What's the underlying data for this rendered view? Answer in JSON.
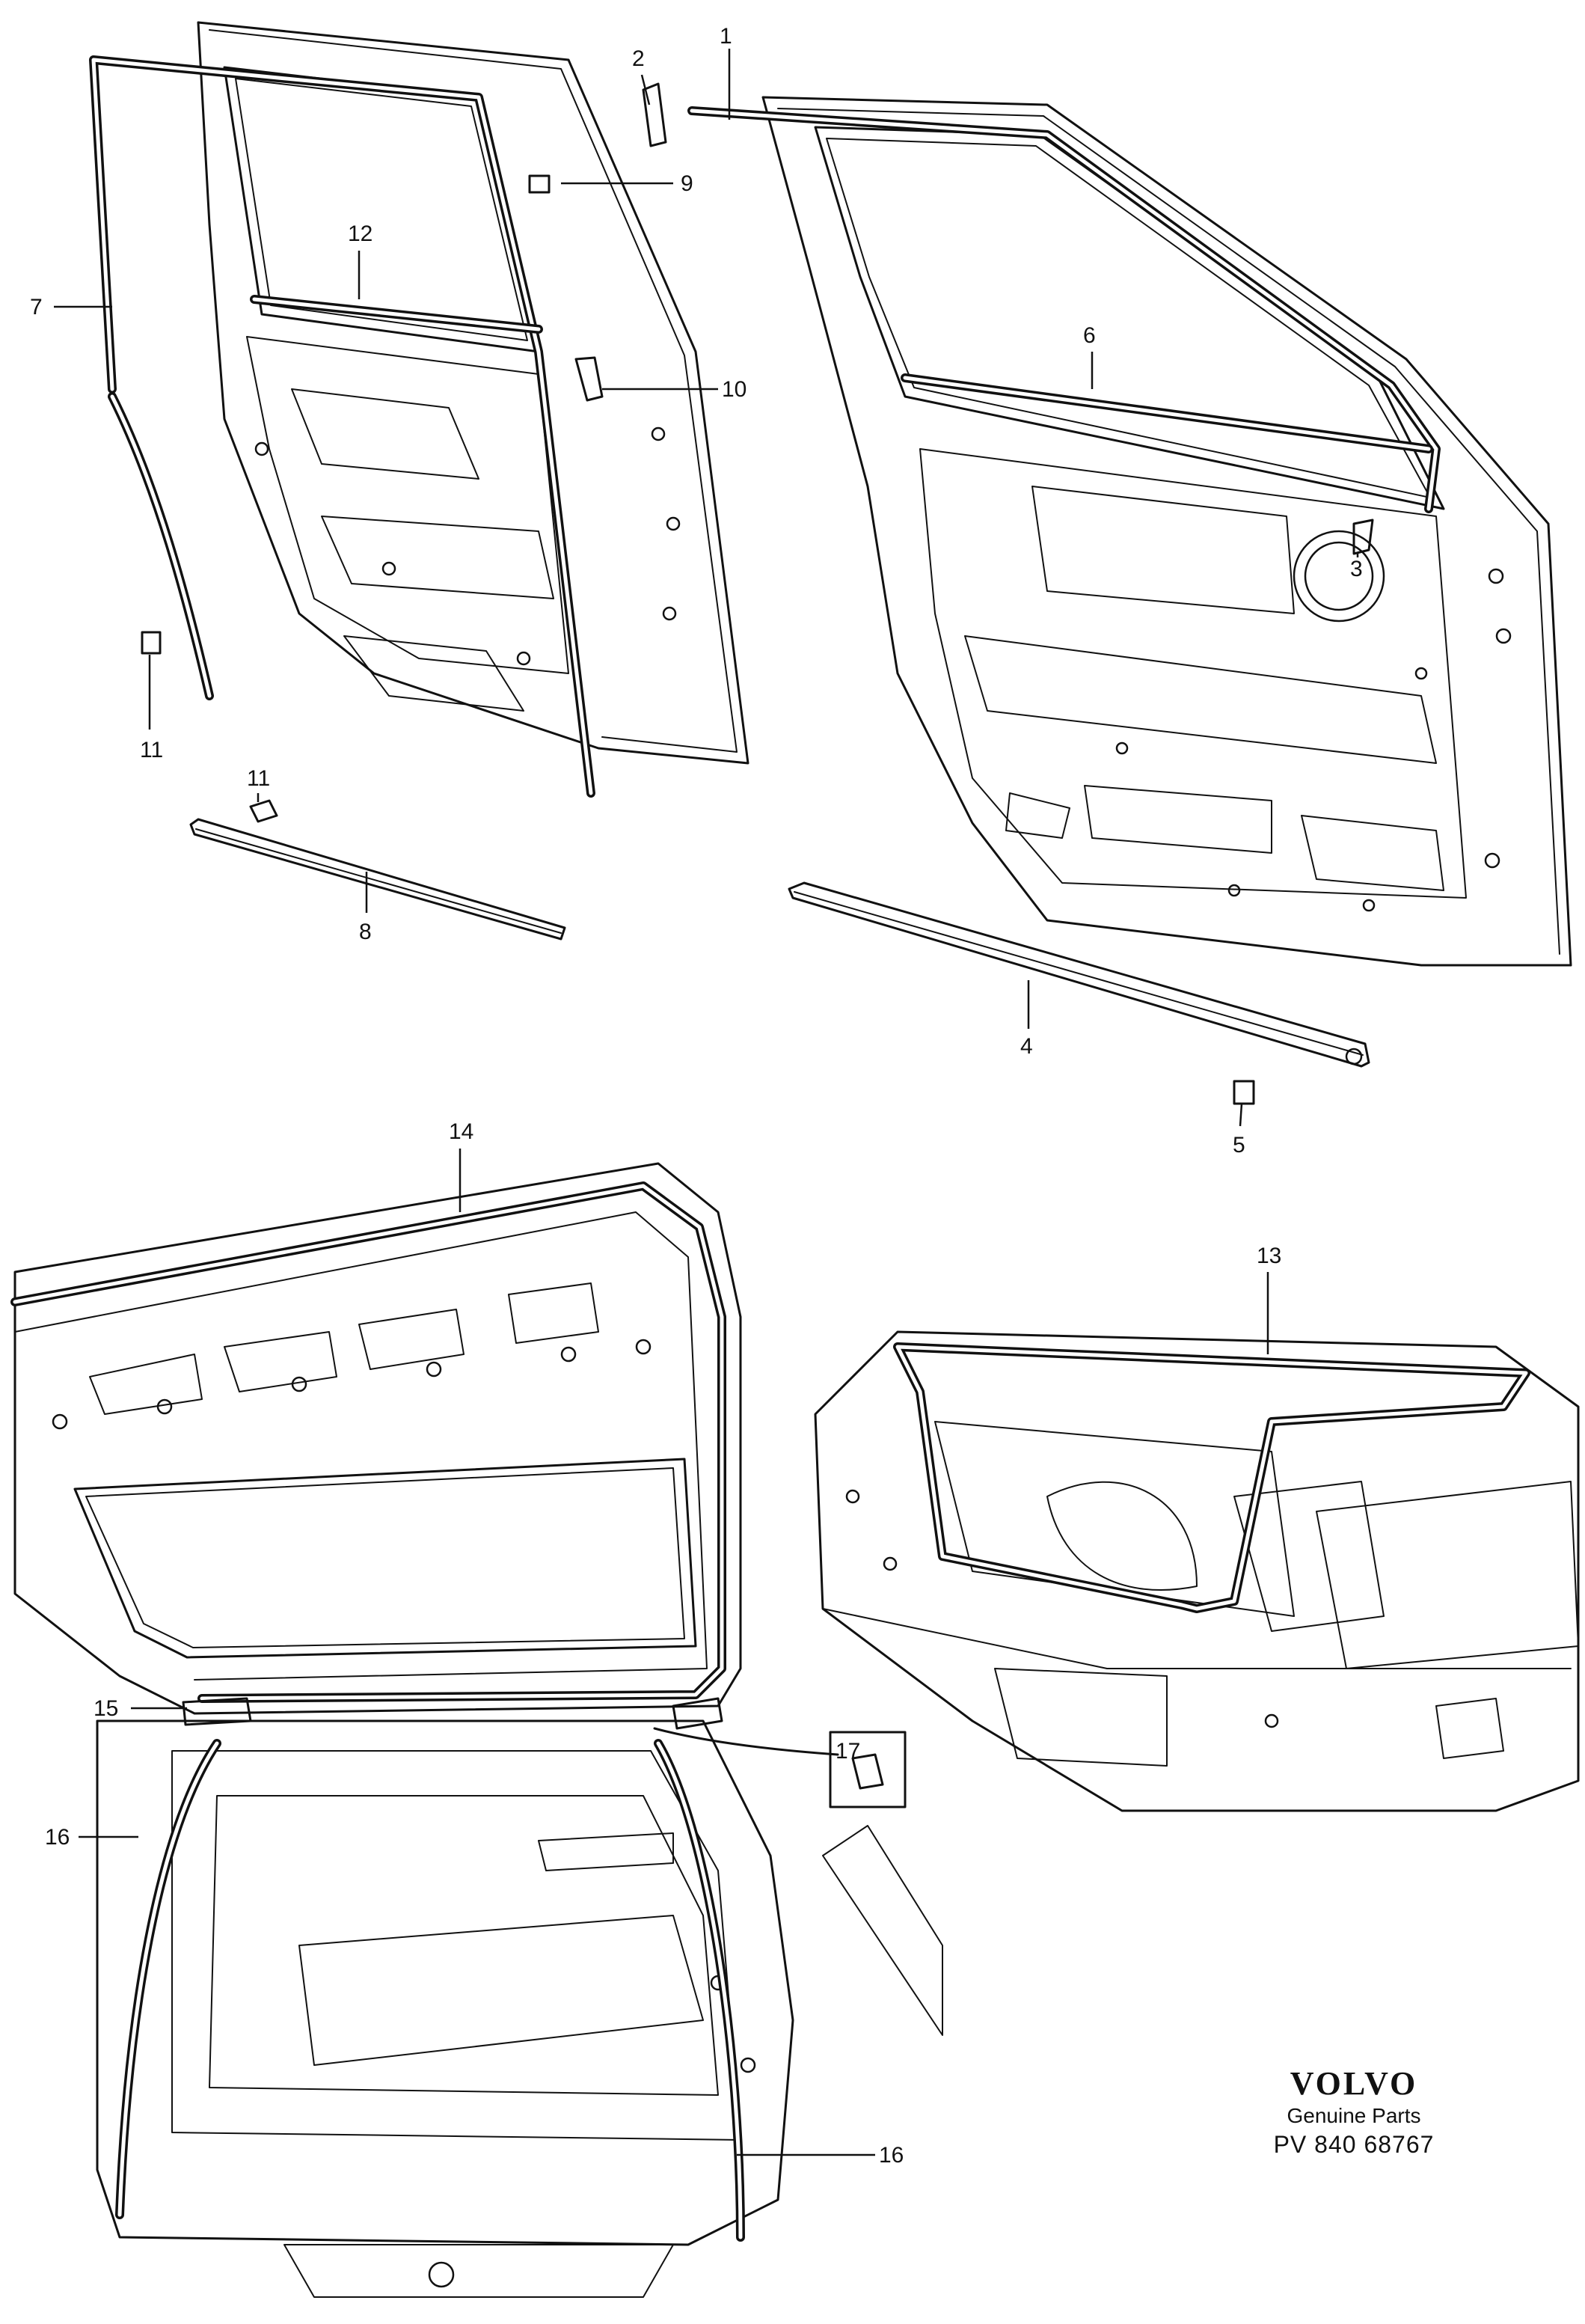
{
  "callouts": {
    "c1": "1",
    "c2": "2",
    "c3": "3",
    "c4": "4",
    "c5": "5",
    "c6": "6",
    "c7": "7",
    "c8": "8",
    "c9": "9",
    "c10": "10",
    "c11a": "11",
    "c11b": "11",
    "c12": "12",
    "c13": "13",
    "c14": "14",
    "c15": "15",
    "c16a": "16",
    "c16b": "16",
    "c17": "17"
  },
  "brand": {
    "logo": "VOLVO",
    "subtitle": "Genuine Parts",
    "code": "PV 840  68767"
  }
}
